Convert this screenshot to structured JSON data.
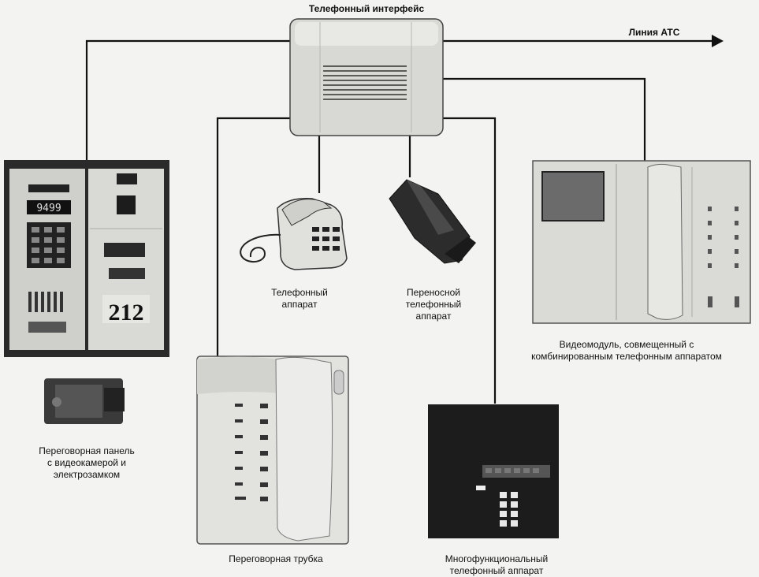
{
  "interface": {
    "title": "Телефонный интерфейс"
  },
  "ats": {
    "label": "Линия АТС"
  },
  "phone": {
    "line1": "Телефонный",
    "line2": "аппарат"
  },
  "portable": {
    "line1": "Переносной",
    "line2": "телефонный",
    "line3": "аппарат"
  },
  "videomodule": {
    "line1": "Видеомодуль, совмещенный с",
    "line2": "комбинированным телефонным аппаратом"
  },
  "panel": {
    "line1": "Переговорная панель",
    "line2": "с видеокамерой и",
    "line3": "электрозамком",
    "display_code": "9499",
    "apartment": "212"
  },
  "handset": {
    "label": "Переговорная трубка"
  },
  "multiphone": {
    "line1": "Многофункциональный",
    "line2": "телефонный аппарат"
  }
}
